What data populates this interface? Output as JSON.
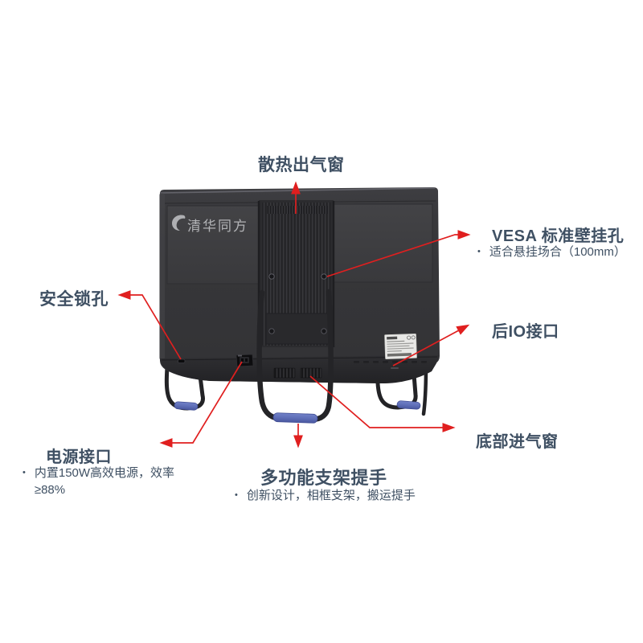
{
  "product": {
    "brand": "清华同方"
  },
  "bullet": "•",
  "callouts": {
    "vent": {
      "label": "散热出气窗"
    },
    "vesa": {
      "label": "VESA 标准壁挂孔",
      "desc": "适合悬挂场合（100mm）"
    },
    "lock": {
      "label": "安全锁孔"
    },
    "rear_io": {
      "label": "后IO接口"
    },
    "bottom_intake": {
      "label": "底部进气窗"
    },
    "power": {
      "label": "电源接口",
      "desc_line1": "内置150W高效电源，效率",
      "desc_line2": "≥88%"
    },
    "handle": {
      "label": "多功能支架提手",
      "desc": "创新设计，相框支架，搬运提手"
    }
  },
  "colors": {
    "accent_red": "#e01f1f",
    "label_text": "#3f5063",
    "grip_blue": "#5f6fb8",
    "monitor_body": "#37373a",
    "background": "#ffffff"
  }
}
